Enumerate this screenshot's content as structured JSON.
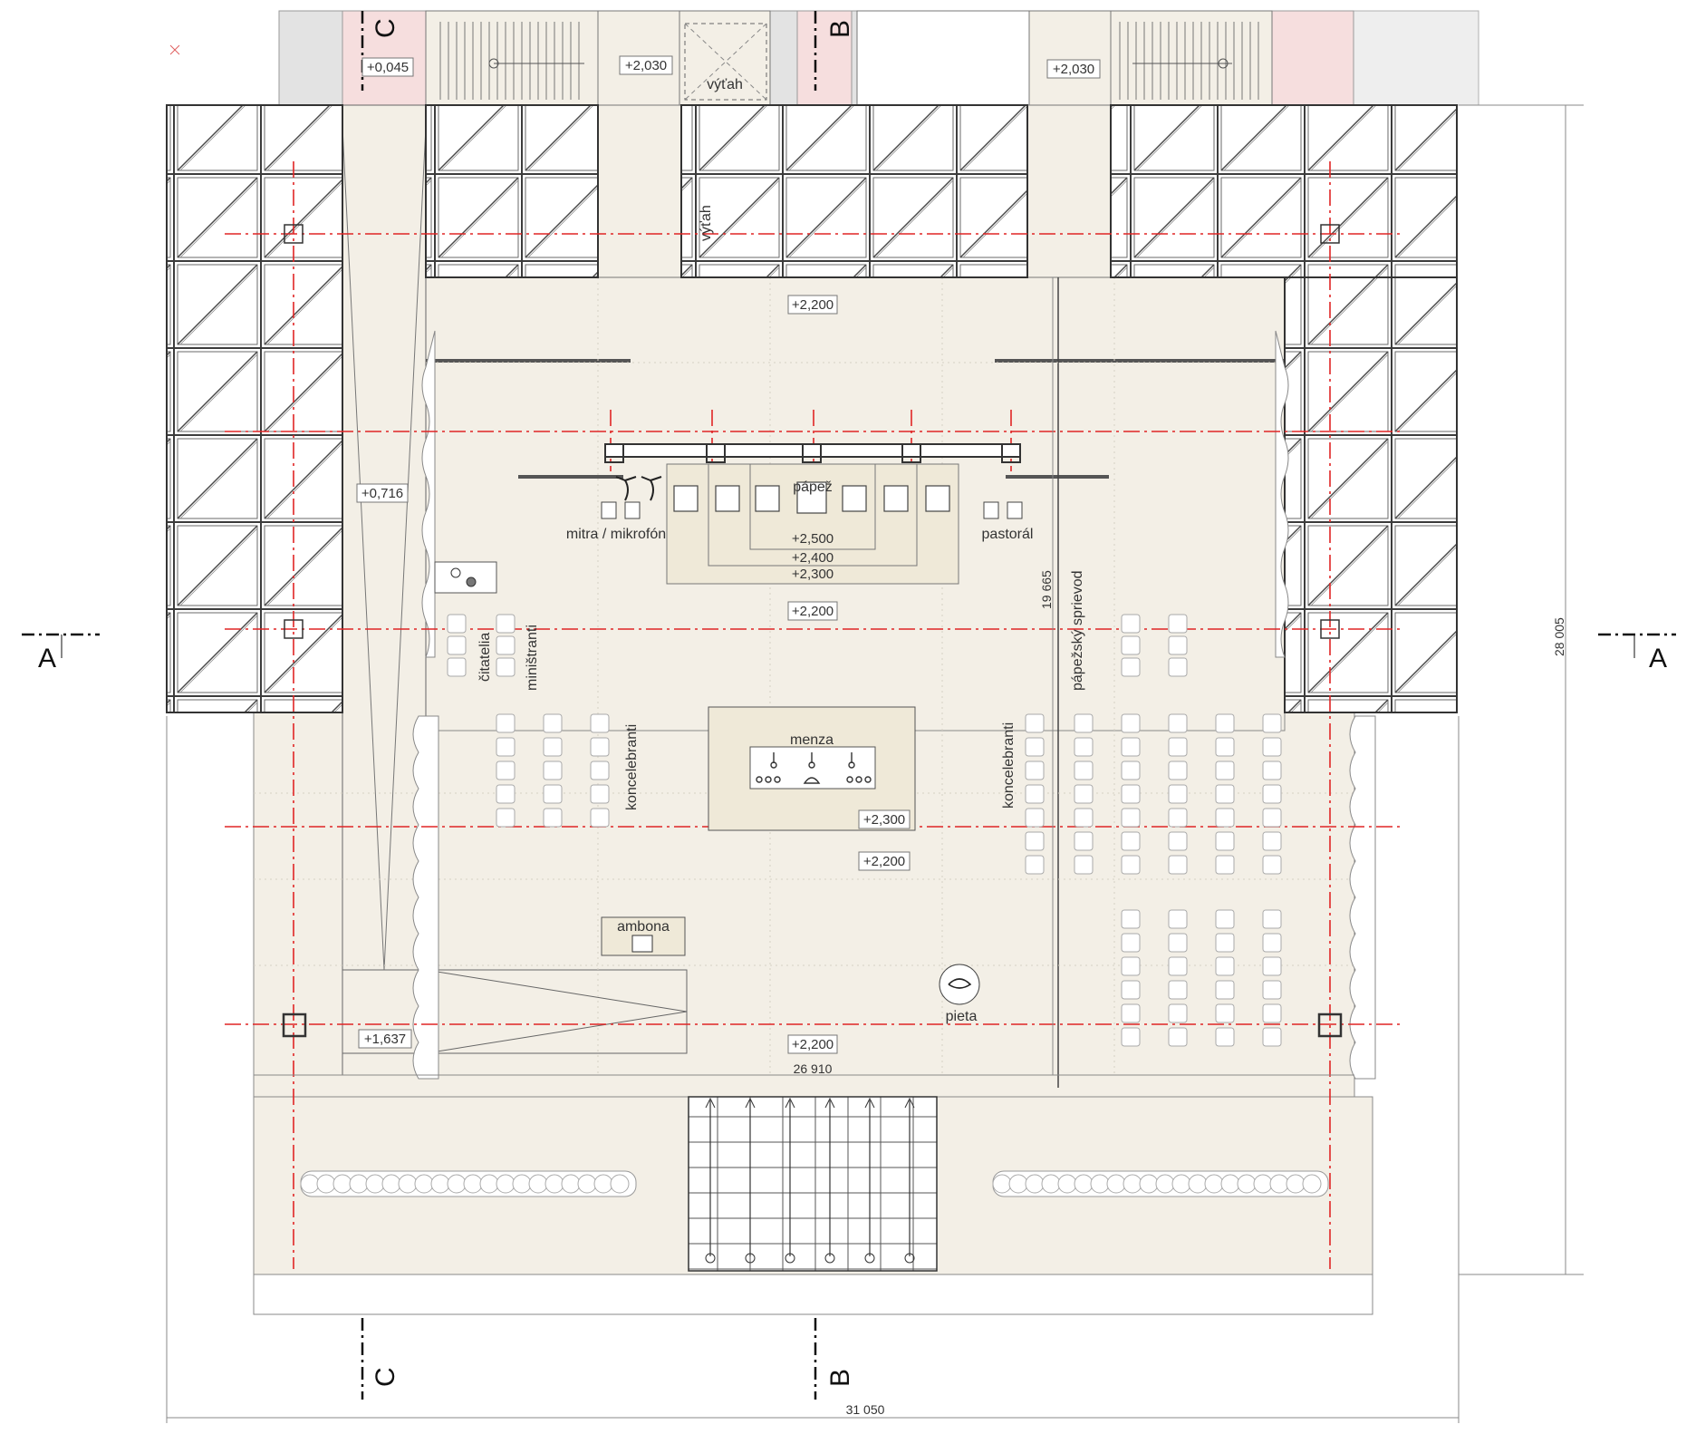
{
  "levels": {
    "stair_left": "+0,045",
    "stair_center": "+2,030",
    "stair_right": "+2,030",
    "upper_platform": "+2,200",
    "side_left": "+0,716",
    "dais_top": "+2,500",
    "dais_mid": "+2,400",
    "dais_low": "+2,300",
    "platform_mid": "+2,200",
    "menza": "+2,300",
    "lower_platform": "+2,200",
    "ramp_left": "+1,637",
    "front_platform": "+2,200"
  },
  "labels": {
    "elevator_top": "výťah",
    "elevator_shaft": "výťah",
    "pope": "pápež",
    "mitre_mic": "mitra / mikrofón",
    "crozier": "pastorál",
    "readers": "čitatelia",
    "altar_servers": "miništranti",
    "concelebrants_left": "koncelebranti",
    "concelebrants_right": "koncelebranti",
    "papal_escort": "pápežský sprievod",
    "altar": "menza",
    "ambo": "ambona",
    "pieta": "pieta"
  },
  "dimensions": {
    "platform_width": "26 910",
    "total_width": "31 050",
    "total_depth": "28 005",
    "platform_depth": "19 665"
  },
  "section_marks": {
    "a_left": "A",
    "a_right": "A",
    "b_top": "B",
    "b_bottom": "B",
    "c_top": "C",
    "c_bottom": "C"
  },
  "colors": {
    "floor": "#f3efe6",
    "stair_highlight": "#f6dede",
    "axis_red": "#e02525",
    "structure": "#3c3c3c",
    "grey_block": "#e3e3e3"
  }
}
